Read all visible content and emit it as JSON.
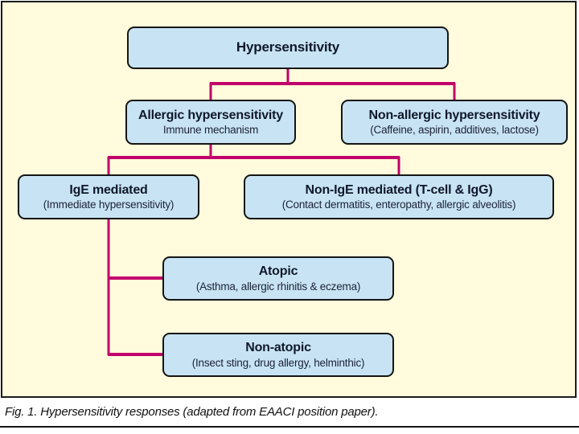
{
  "figure": {
    "caption": "Fig. 1. Hypersensitivity responses (adapted from EAACI position paper).",
    "colors": {
      "background": "#fffbdc",
      "box_fill": "#c8e4f4",
      "box_border": "#151515",
      "outer_border": "#1c1c1c",
      "connector": "#c2006b",
      "text": "#10182b"
    },
    "diagram": {
      "type": "flowchart",
      "nodes": {
        "root": {
          "title": "Hypersensitivity",
          "subtitle": ""
        },
        "allergic": {
          "title": "Allergic hypersensitivity",
          "subtitle": "Immune mechanism"
        },
        "non_allergic": {
          "title": "Non-allergic hypersensitivity",
          "subtitle": "(Caffeine, aspirin, additives, lactose)"
        },
        "ige": {
          "title": "IgE mediated",
          "subtitle": "(Immediate hypersensitivity)"
        },
        "non_ige": {
          "title": "Non-IgE mediated (T-cell & IgG)",
          "subtitle": "(Contact dermatitis, enteropathy, allergic alveolitis)"
        },
        "atopic": {
          "title": "Atopic",
          "subtitle": "(Asthma, allergic rhinitis & eczema)"
        },
        "non_atopic": {
          "title": "Non-atopic",
          "subtitle": "(Insect sting, drug allergy, helminthic)"
        }
      },
      "edges": [
        [
          "root",
          "allergic"
        ],
        [
          "root",
          "non_allergic"
        ],
        [
          "allergic",
          "ige"
        ],
        [
          "allergic",
          "non_ige"
        ],
        [
          "ige",
          "atopic"
        ],
        [
          "ige",
          "non_atopic"
        ]
      ]
    }
  }
}
